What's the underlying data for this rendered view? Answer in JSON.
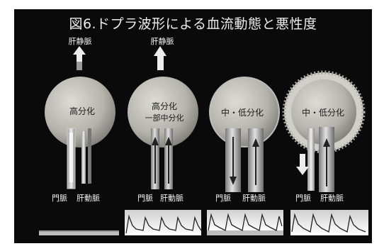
{
  "title": "図6.ドプラ波形による血流動態と悪性度",
  "panels": [
    {
      "top_label": "肝静脈",
      "inner_lines": [
        "高分化"
      ],
      "vessel_left": "門脈",
      "vessel_right": "肝動脈"
    },
    {
      "top_label": "肝静脈",
      "inner_lines": [
        "高分化",
        "一部中分化"
      ],
      "vessel_left": "門脈",
      "vessel_right": "肝動脈"
    },
    {
      "top_label": "",
      "inner_lines": [
        "中・低分化"
      ],
      "vessel_left": "門脈",
      "vessel_right": "肝動脈"
    },
    {
      "top_label": "",
      "inner_lines": [
        "中・低分化"
      ],
      "vessel_left": "門脈",
      "vessel_right": "肝動脈"
    }
  ],
  "colors": {
    "background": "#0a0a0a",
    "text": "#f2f2f2",
    "sphere_light": "#d8d8d0",
    "sphere_dark": "#8a8a84"
  },
  "icons": [
    "up-arrow-icon",
    "down-arrow-icon"
  ]
}
